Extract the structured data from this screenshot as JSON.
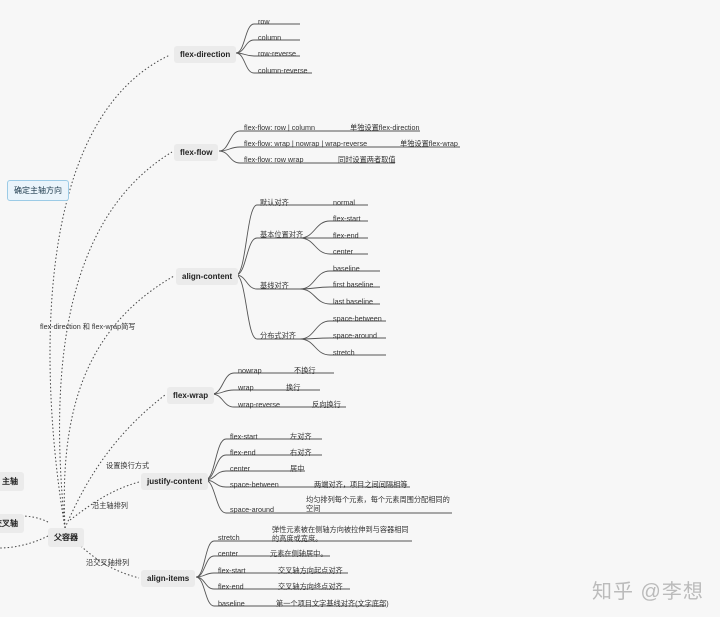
{
  "root": "父容器",
  "left_labels": [
    "主轴",
    "交叉轴"
  ],
  "main_axis_node": "确定主轴方向",
  "edge_labels": {
    "flow": "flex-direction 和 flex-wrap简写",
    "wrap": "设置换行方式",
    "justify": "沿主轴排列",
    "align_items": "沿交叉轴排列"
  },
  "branches": {
    "flex_direction": {
      "title": "flex-direction",
      "items": [
        "row",
        "column",
        "row-reverse",
        "column-reverse"
      ]
    },
    "flex_flow": {
      "title": "flex-flow",
      "items": [
        {
          "value": "flex-flow: row | column",
          "desc": "单独设置flex-direction"
        },
        {
          "value": "flex-flow: wrap | nowrap | wrap-reverse",
          "desc": "单独设置flex-wrap"
        },
        {
          "value": "flex-flow: row wrap",
          "desc": "同时设置两者取值"
        }
      ]
    },
    "align_content": {
      "title": "align-content",
      "groups": [
        {
          "label": "默认对齐",
          "items": [
            "normal"
          ]
        },
        {
          "label": "基本位置对齐",
          "items": [
            "flex-start",
            "flex-end",
            "center"
          ]
        },
        {
          "label": "基线对齐",
          "items": [
            "baseline",
            "first  baseline",
            "last  baseline"
          ]
        },
        {
          "label": "分布式对齐",
          "items": [
            "space-between",
            "space-around",
            "stretch"
          ]
        }
      ]
    },
    "flex_wrap": {
      "title": "flex-wrap",
      "items": [
        {
          "value": "nowrap",
          "desc": "不换行"
        },
        {
          "value": "wrap",
          "desc": "换行"
        },
        {
          "value": "wrap-reverse",
          "desc": "反向换行"
        }
      ]
    },
    "justify_content": {
      "title": "justify-content",
      "items": [
        {
          "value": "flex-start",
          "desc": "左对齐"
        },
        {
          "value": "flex-end",
          "desc": "右对齐"
        },
        {
          "value": "center",
          "desc": "居中"
        },
        {
          "value": "space-between",
          "desc": "两端对齐，项目之间间隔相等"
        },
        {
          "value": "space-around",
          "desc": "均匀排列每个元素，每个元素周围分配相同的空间"
        }
      ]
    },
    "align_items": {
      "title": "align-items",
      "items": [
        {
          "value": "stretch",
          "desc": "弹性元素被在侧轴方向被拉伸到与容器相同的高度或宽度。"
        },
        {
          "value": "center",
          "desc": "元素在侧轴居中。"
        },
        {
          "value": "flex-start",
          "desc": "交叉轴方向起点对齐"
        },
        {
          "value": "flex-end",
          "desc": "交叉轴方向终点对齐"
        },
        {
          "value": "baseline",
          "desc": "第一个项目文字基线对齐(文字底部)"
        }
      ]
    }
  },
  "watermark": "知乎 @李想",
  "colors": {
    "line": "#555555",
    "node_bg": "#ebebeb",
    "highlight_bg": "#eaf4fb",
    "highlight_border": "#9ccbe6"
  }
}
